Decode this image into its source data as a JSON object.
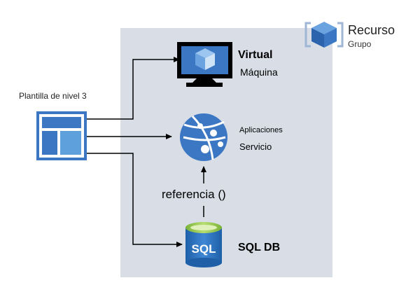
{
  "resource_group": {
    "title": "Recurso",
    "subtitle": "Grupo",
    "icon": "resource-group-icon"
  },
  "template": {
    "label": "Plantilla de nivel 3",
    "icon": "template-icon"
  },
  "virtual_machine": {
    "title": "Virtual",
    "subtitle": "Máquina",
    "icon": "monitor-icon"
  },
  "app_service": {
    "title": "Aplicaciones",
    "subtitle": "Servicio",
    "icon": "app-service-icon"
  },
  "reference": {
    "label": "referencia ()"
  },
  "sql_db": {
    "title": "SQL DB",
    "icon_text": "SQL",
    "icon": "sql-database-icon"
  },
  "colors": {
    "group_bg": "#d8dde6",
    "azure_blue": "#3b77c2",
    "cube_light": "#6ba3e0",
    "arrow": "#000000",
    "sql_green": "#8bc34a"
  }
}
